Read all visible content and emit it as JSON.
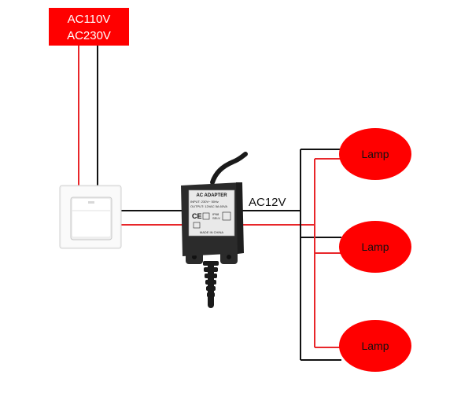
{
  "power_source": {
    "line1": "AC110V",
    "line2": "AC230V",
    "fill": "#ff0000"
  },
  "adapter": {
    "title": "AC ADAPTER",
    "input": "INPUT: 230V~ 50Hz",
    "output": "OUTPUT: 12VAC 5A 60VA",
    "rating": "IP68",
    "brand": "SELV",
    "origin": "MADE IN CHINA",
    "ce_mark": "CE"
  },
  "output_label": "AC12V",
  "lamps": [
    {
      "label": "Lamp"
    },
    {
      "label": "Lamp"
    },
    {
      "label": "Lamp"
    }
  ],
  "icons": {
    "switch": "wall-switch-icon",
    "adapter": "ac-adapter-icon",
    "lamp": "lamp-icon"
  },
  "colors": {
    "live_wire": "#e8262a",
    "neutral_wire": "#111111",
    "lamp_fill": "#ff0000",
    "adapter_body": "#2b2b2b"
  }
}
